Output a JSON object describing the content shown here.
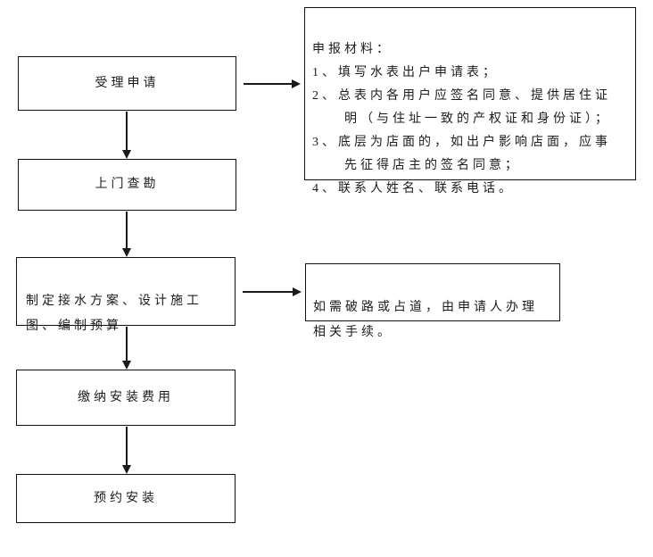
{
  "flowchart": {
    "background": "#ffffff",
    "line_color": "#1a1a1a",
    "text_color": "#1c1c1c",
    "steps": [
      {
        "label": "受理申请"
      },
      {
        "label": "上门查勘"
      },
      {
        "label": "制定接水方案、设计施工\n图、编制预算"
      },
      {
        "label": "缴纳安装费用"
      },
      {
        "label": "预约安装"
      }
    ],
    "annotations": [
      {
        "text": "申报材料：\n1、填写水表出户申请表；\n2、总表内各用户应签名同意、提供居住证\n　　明（与住址一致的产权证和身份证）；\n3、底层为店面的，如出户影响店面，应事\n　　先征得店主的签名同意；\n4、联系人姓名、联系电话。"
      },
      {
        "text": "如需破路或占道，由申请人办理\n相关手续。"
      }
    ]
  }
}
